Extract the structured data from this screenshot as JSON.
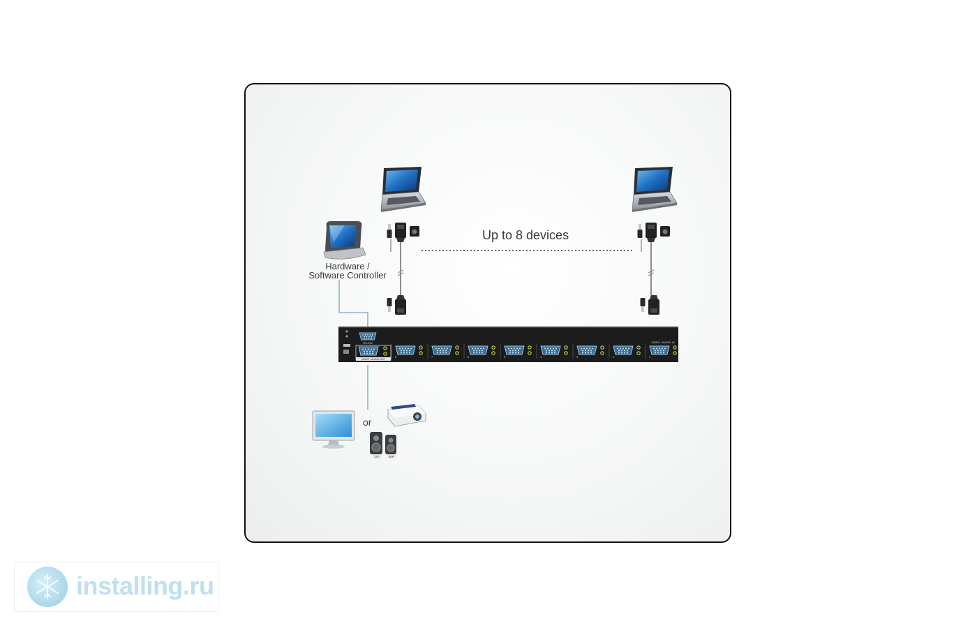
{
  "diagram": {
    "controller_label_line1": "Hardware /",
    "controller_label_line2": "Software Controller",
    "devices_label": "Up to 8 devices",
    "or_label": "or",
    "port_rs232": "RS-232",
    "port_out": "VIDEO / AUDIO OUT",
    "port_in": "VIDEO / AUDIO IN",
    "port_numbers": [
      "8",
      "7",
      "6",
      "5",
      "4",
      "3",
      "2",
      "1"
    ],
    "speaker_left": "L/P",
    "speaker_right": "R/P",
    "icons": [
      "laptop-icon",
      "controller-panel-icon",
      "vga-audio-cable-icon",
      "matrix-switch-icon",
      "monitor-icon",
      "projector-icon",
      "speakers-icon"
    ]
  },
  "watermark": {
    "text": "installing.ru",
    "icon": "snowflake-logo-icon"
  },
  "colors": {
    "switch_body": "#1c1c1c",
    "controller_line": "#8fb2c4",
    "text": "#3a3a3a",
    "watermark": "#bfe0ee"
  }
}
